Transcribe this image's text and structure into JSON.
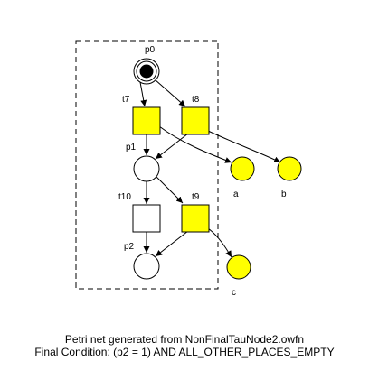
{
  "diagram": {
    "places": [
      {
        "id": "p0",
        "label": "p0",
        "marked": true
      },
      {
        "id": "p1",
        "label": "p1",
        "marked": false
      },
      {
        "id": "p2",
        "label": "p2",
        "marked": false
      },
      {
        "id": "a",
        "label": "a",
        "marked": false,
        "interface": true
      },
      {
        "id": "b",
        "label": "b",
        "marked": false,
        "interface": true
      },
      {
        "id": "c",
        "label": "c",
        "marked": false,
        "interface": true
      }
    ],
    "transitions": [
      {
        "id": "t7",
        "label": "t7",
        "filled": true
      },
      {
        "id": "t8",
        "label": "t8",
        "filled": true
      },
      {
        "id": "t9",
        "label": "t9",
        "filled": true
      },
      {
        "id": "t10",
        "label": "t10",
        "filled": false
      }
    ],
    "arcs": [
      {
        "from": "p0",
        "to": "t7"
      },
      {
        "from": "p0",
        "to": "t8"
      },
      {
        "from": "t7",
        "to": "p1"
      },
      {
        "from": "t8",
        "to": "p1"
      },
      {
        "from": "t7",
        "to": "a"
      },
      {
        "from": "t8",
        "to": "b"
      },
      {
        "from": "p1",
        "to": "t10"
      },
      {
        "from": "p1",
        "to": "t9"
      },
      {
        "from": "t10",
        "to": "p2"
      },
      {
        "from": "t9",
        "to": "p2"
      },
      {
        "from": "t9",
        "to": "c"
      }
    ],
    "colors": {
      "interface_fill": "#ffff00",
      "transition_fill": "#ffff00",
      "stroke": "#000000"
    }
  },
  "caption": {
    "line1": "Petri net generated from NonFinalTauNode2.owfn",
    "line2": "Final Condition: (p2 = 1) AND ALL_OTHER_PLACES_EMPTY"
  }
}
